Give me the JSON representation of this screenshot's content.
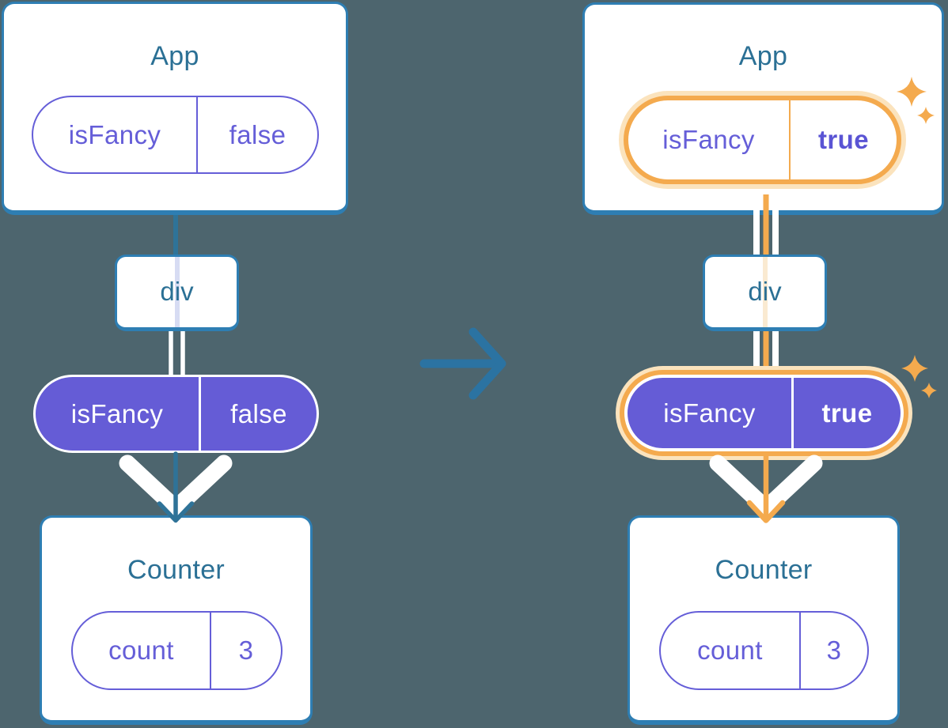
{
  "left_tree": {
    "root": {
      "title": "App",
      "state_name": "isFancy",
      "state_value": "false"
    },
    "middle": {
      "label": "div"
    },
    "prop": {
      "name": "isFancy",
      "value": "false"
    },
    "leaf": {
      "title": "Counter",
      "state_name": "count",
      "state_value": "3"
    }
  },
  "right_tree": {
    "root": {
      "title": "App",
      "state_name": "isFancy",
      "state_value": "true"
    },
    "middle": {
      "label": "div"
    },
    "prop": {
      "name": "isFancy",
      "value": "true"
    },
    "leaf": {
      "title": "Counter",
      "state_name": "count",
      "state_value": "3"
    }
  },
  "colors": {
    "background": "#4D656E",
    "card_border": "#2E7EB3",
    "title_text": "#2B7095",
    "purple": "#655CD6",
    "purple_text": "#655ED8",
    "purple_bold": "#5A54D4",
    "orange": "#F4AA4E",
    "orange_light": "#FBE3BD",
    "stripe_blue": "#D7DCF3",
    "stripe_orange": "#FAEAD1",
    "connector_blue": "#2F7398",
    "arrow_blue": "#2B73A2"
  }
}
